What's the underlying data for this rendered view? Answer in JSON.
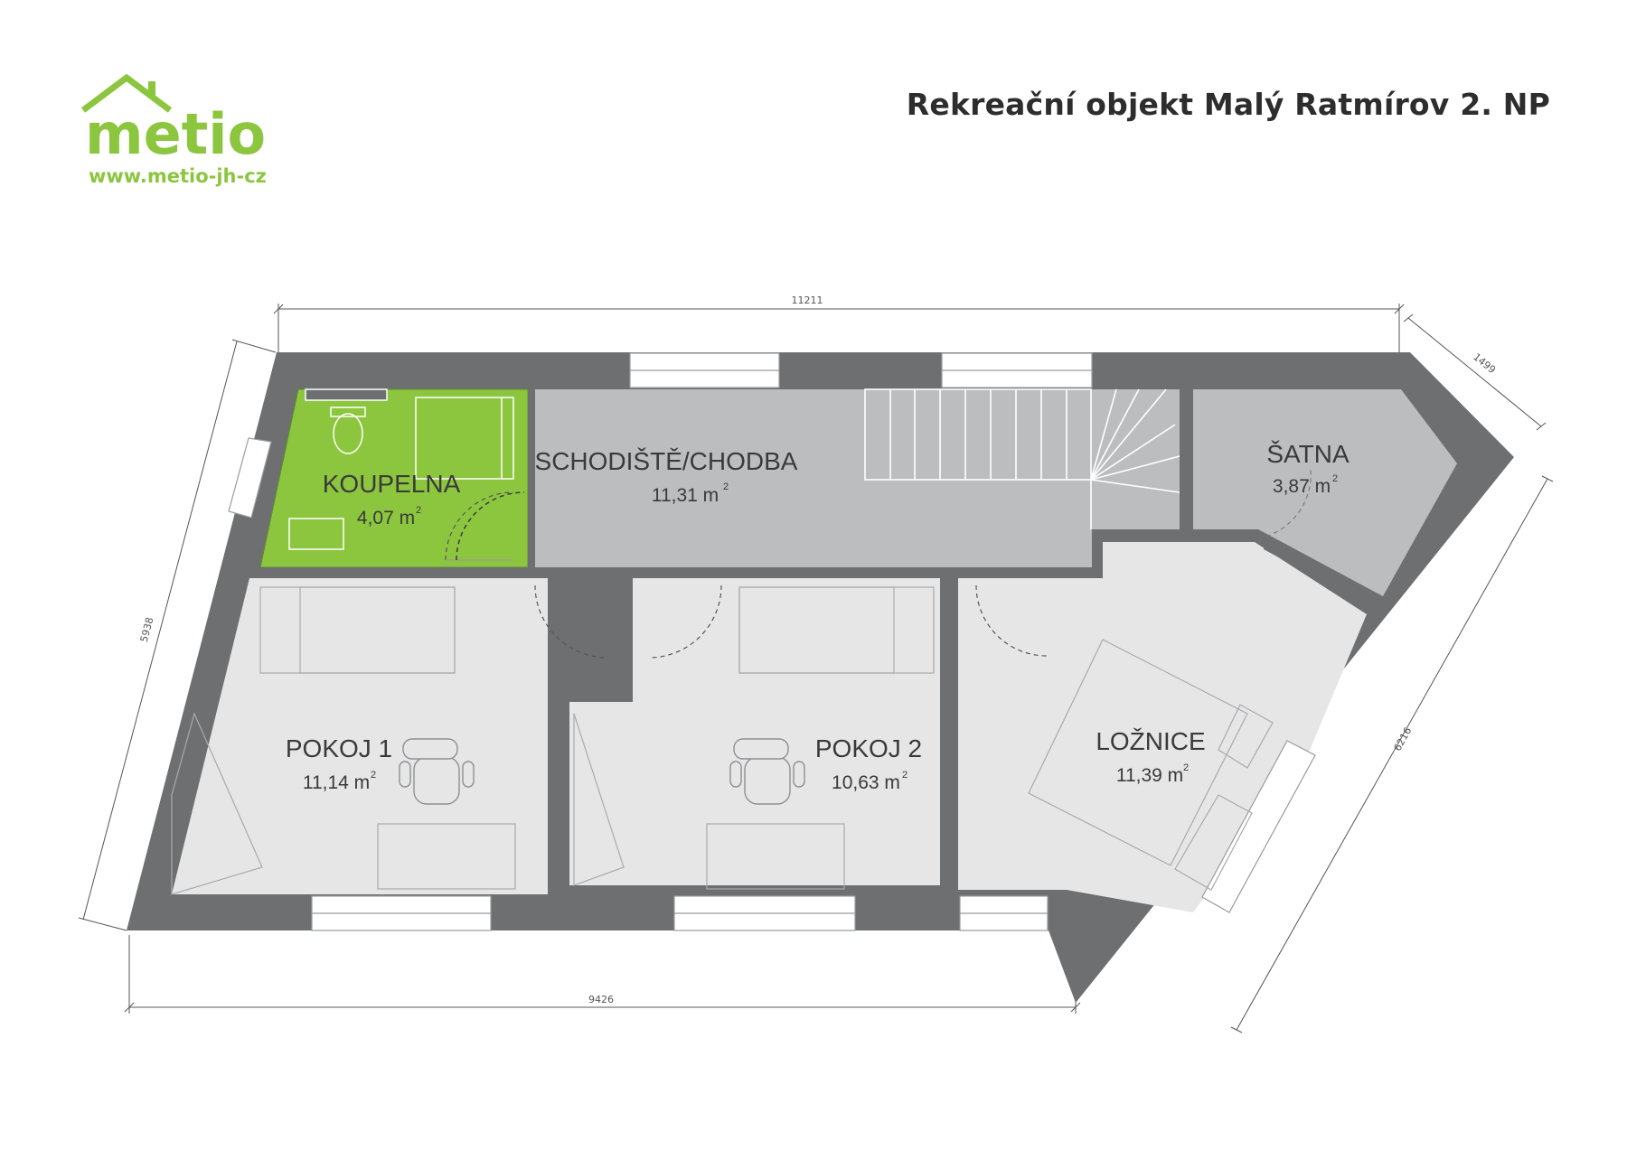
{
  "brand": {
    "name": "metio",
    "url": "www.metio-jh-cz",
    "color": "#8cc63f"
  },
  "title": "Rekreační objekt Malý Ratmírov 2. NP",
  "rooms": {
    "koupelna": {
      "name": "KOUPELNA",
      "area": "4,07 m",
      "unit_sup": "2"
    },
    "chodba": {
      "name": "SCHODIŠTĚ/CHODBA",
      "area": "11,31 m",
      "unit_sup": "2"
    },
    "satna": {
      "name": "ŠATNA",
      "area": "3,87 m",
      "unit_sup": "2"
    },
    "pokoj1": {
      "name": "POKOJ 1",
      "area": "11,14 m",
      "unit_sup": "2"
    },
    "pokoj2": {
      "name": "POKOJ 2",
      "area": "10,63 m",
      "unit_sup": "2"
    },
    "loznice": {
      "name": "LOŽNICE",
      "area": "11,39 m",
      "unit_sup": "2"
    }
  },
  "dimensions": {
    "top": "11211",
    "bottom": "9426",
    "left": "5938",
    "right_top": "1499",
    "right": "6216"
  },
  "colors": {
    "wall": "#6d6f71",
    "floor": "#e6e6e7",
    "hall": "#bcbdbf",
    "bath": "#8cc63f",
    "outline": "#9a9b9d"
  }
}
